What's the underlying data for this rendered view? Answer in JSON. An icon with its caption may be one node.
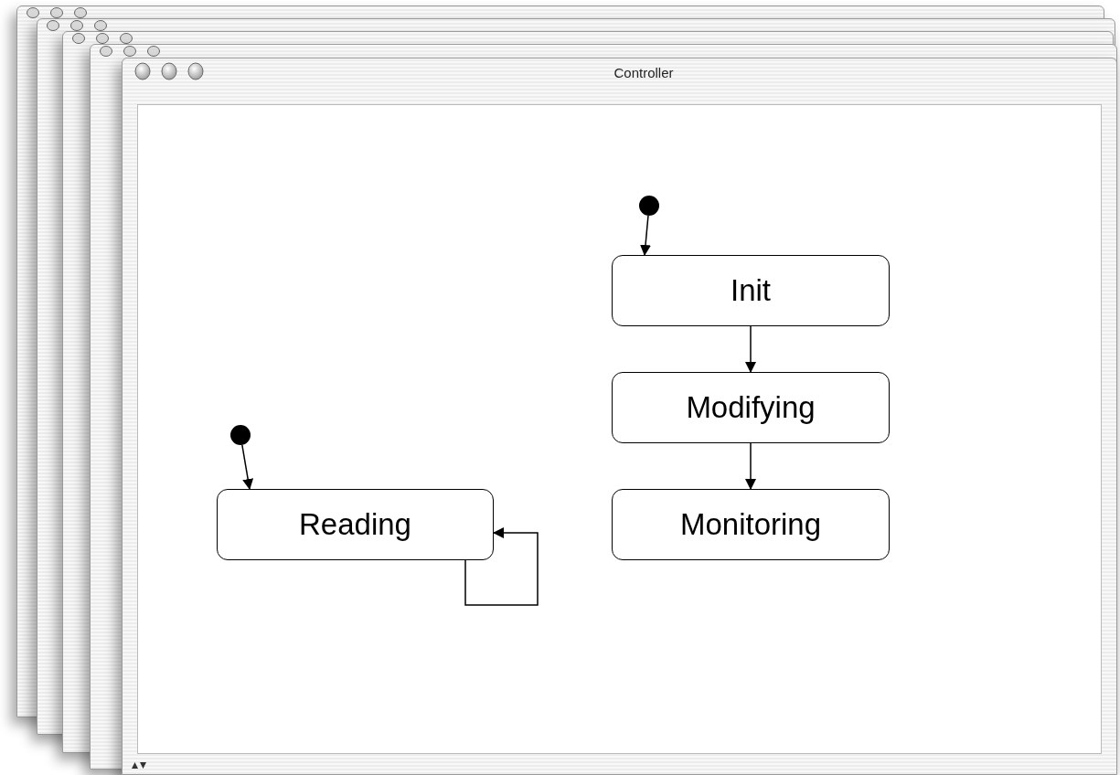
{
  "diagram": {
    "nodes": [
      {
        "text": [
          "Controller"
        ]
      },
      {
        "text": [],
        "shape": "circle",
        "in": 0
      },
      {
        "text": [
          "Init"
        ],
        "in": 0
      },
      {
        "text": [
          "Modifying"
        ],
        "in": 0
      },
      {
        "text": [
          "Monitoring"
        ],
        "in": 0
      },
      {
        "text": [],
        "shape": "circle",
        "in": 0
      },
      {
        "text": [
          "Reading"
        ],
        "in": 0
      }
    ],
    "edges": [
      {
        "from": 1,
        "to": 2,
        "arrow": "to"
      },
      {
        "from": 2,
        "to": 3,
        "arrow": "to"
      },
      {
        "from": 3,
        "to": 4,
        "arrow": "to"
      },
      {
        "from": 5,
        "to": 6,
        "arrow": "to"
      },
      {
        "from": 6,
        "to": 6,
        "arrow": "to"
      }
    ]
  }
}
